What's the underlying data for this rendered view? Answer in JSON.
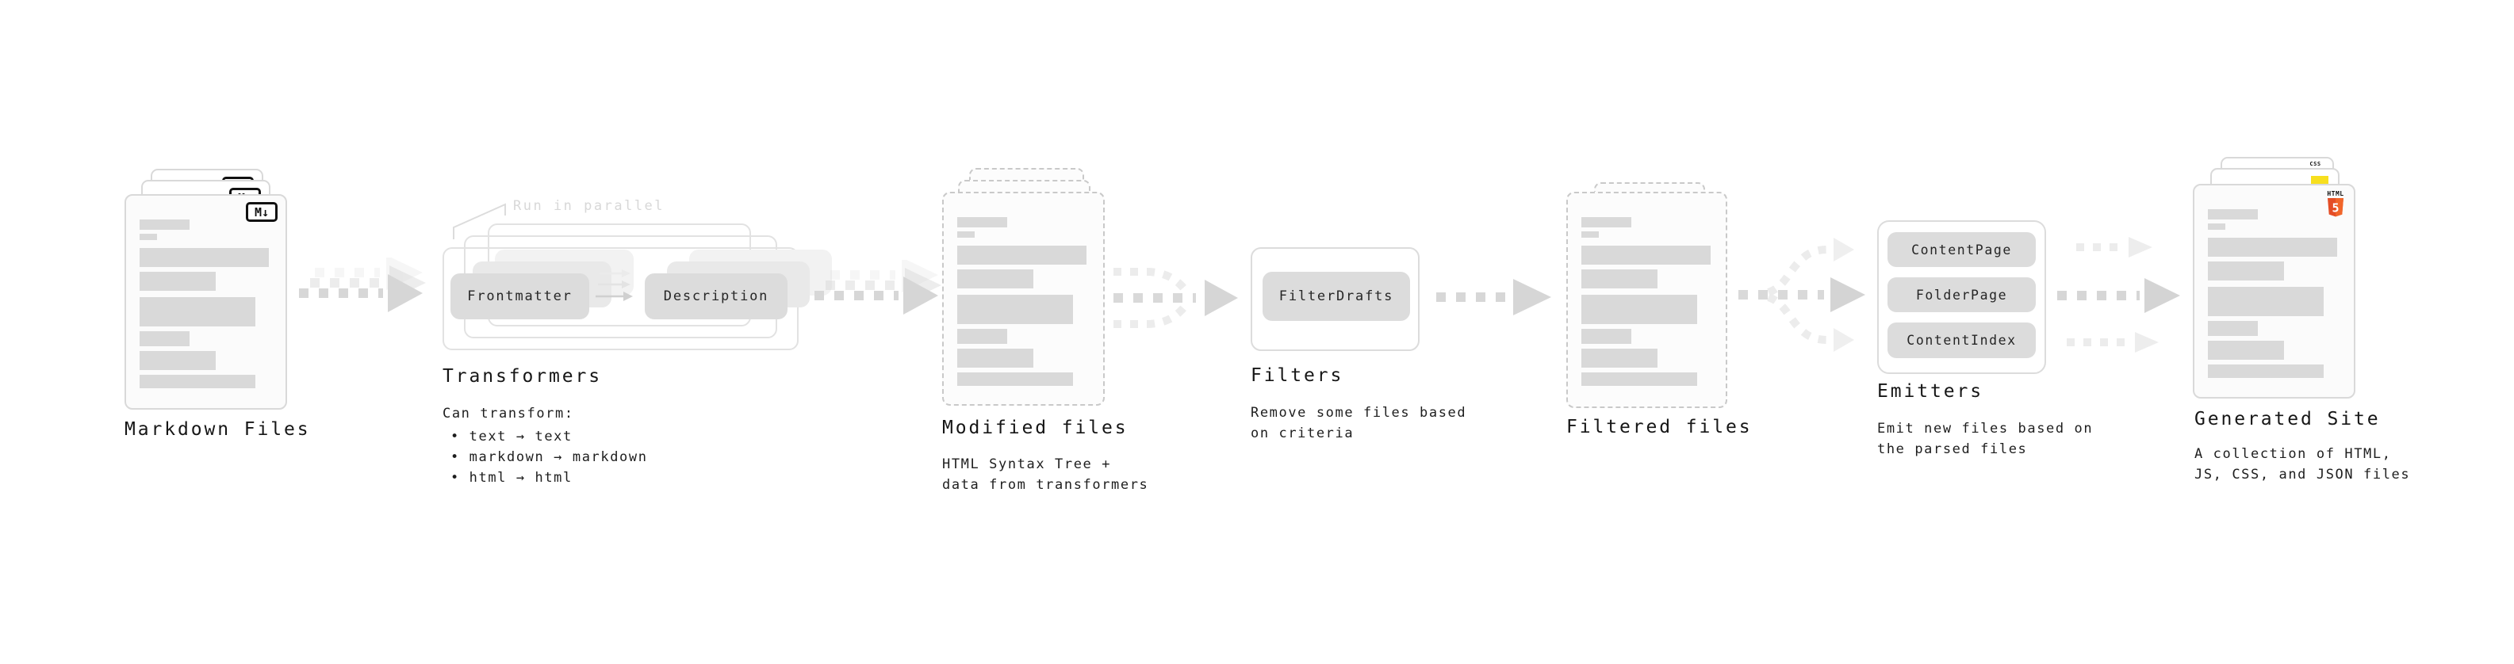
{
  "colors": {
    "canvas_bg": "#ffffff",
    "heading_text": "#161616",
    "body_text": "#1e1e1e",
    "muted_note": "#d8d8d8",
    "card_border": "#d9d9d9",
    "dashed_border": "#c9c9c9",
    "card_bg": "#fbfbfb",
    "skeleton_bar": "#d9d9d9",
    "pill_bg": "#dcdcdc",
    "arrow_gray": "#d7d7d7",
    "arrow_light": "#ececec",
    "html5_orange": "#e44d26",
    "html5_orange_light": "#f16529",
    "js_yellow": "#f7df1e",
    "css_blue": "#2d6ae3"
  },
  "icons": {
    "markdown": "M↓",
    "html5_wordmark": "HTML",
    "html5_five": "5",
    "css_wordmark": "CSS"
  },
  "stages": {
    "markdown_files": {
      "title": "Markdown Files"
    },
    "transformers": {
      "title": "Transformers",
      "note": "Run in parallel",
      "nodes": [
        "Frontmatter",
        "Description"
      ],
      "desc_heading": "Can transform:",
      "bullets": [
        "• text → text",
        "• markdown → markdown",
        "• html → html"
      ]
    },
    "modified_files": {
      "title": "Modified files",
      "desc": [
        "HTML Syntax Tree +",
        "data from transformers"
      ]
    },
    "filters": {
      "title": "Filters",
      "nodes": [
        "FilterDrafts"
      ],
      "desc": [
        "Remove some files based",
        "on criteria"
      ]
    },
    "filtered_files": {
      "title": "Filtered files"
    },
    "emitters": {
      "title": "Emitters",
      "nodes": [
        "ContentPage",
        "FolderPage",
        "ContentIndex"
      ],
      "desc": [
        "Emit new files based on",
        "the parsed files"
      ]
    },
    "generated_site": {
      "title": "Generated Site",
      "desc": [
        "A collection of HTML,",
        "JS, CSS, and JSON files"
      ]
    }
  }
}
